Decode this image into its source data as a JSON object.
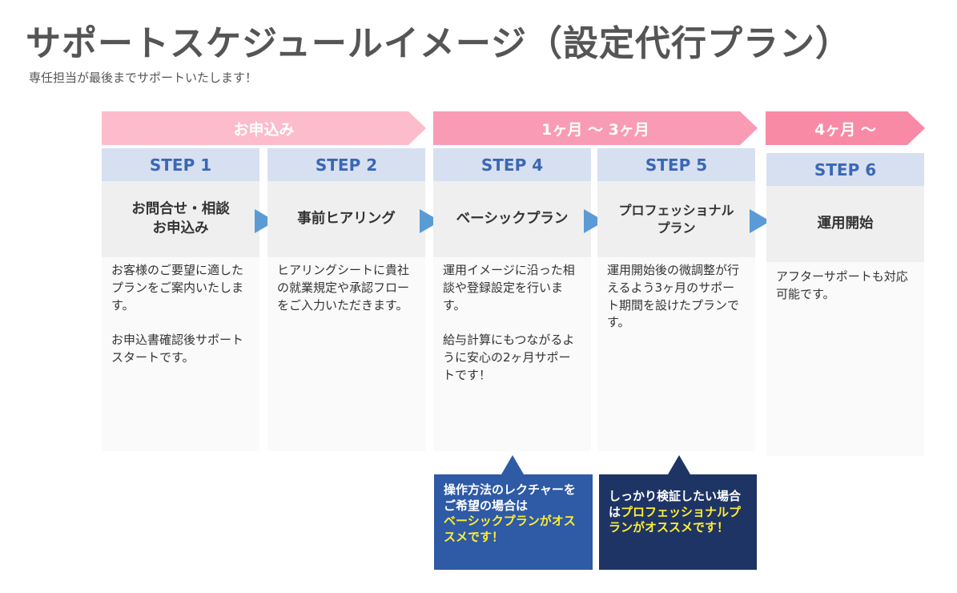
{
  "title": "サポートスケジュールイメージ（設定代行プラン）",
  "subtitle": "専任担当が最後までサポートいたします！",
  "phases": [
    {
      "label": "お申込み"
    },
    {
      "label": "1ヶ月 〜 3ヶ月"
    },
    {
      "label": "4ヶ月 〜"
    }
  ],
  "steps": [
    {
      "step": "STEP 1",
      "title": "お問合せ・相談\nお申込み",
      "desc": "お客様のご要望に適したプランをご案内いたします。\n\nお申込書確認後サポートスタートです。"
    },
    {
      "step": "STEP 2",
      "title": "事前ヒアリング",
      "desc": "ヒアリングシートに貴社の就業規定や承認フローをご入力いただきます。"
    },
    {
      "step": "STEP 4",
      "title": "ベーシックプラン",
      "desc": "運用イメージに沿った相談や登録設定を行います。\n\n給与計算にもつながるように安心の2ヶ月サポートです！"
    },
    {
      "step": "STEP 5",
      "title": "プロフェッショナル\nプラン",
      "desc": "運用開始後の微調整が行えるよう3ヶ月のサポート期間を設けたプランです。"
    },
    {
      "step": "STEP 6",
      "title": "運用開始",
      "desc": "アフターサポートも対応可能です。"
    }
  ],
  "callouts": [
    {
      "text": "操作方法のレクチャーをご希望の場合は",
      "highlight": "ベーシックプランがオススメです！"
    },
    {
      "text": "しっかり検証したい場合は",
      "highlight": "プロフェッショナルプランがオススメです！"
    }
  ],
  "colors": {
    "phase1": "#fdbccb",
    "phase2": "#f99bb4",
    "phase3": "#f88aa5",
    "step_head": "#d7e0f1",
    "step_text": "#3b67b5",
    "arrow": "#5b9bd5",
    "callout1": "#2e5aa6",
    "callout2": "#1e3464",
    "highlight": "#ffee33"
  }
}
